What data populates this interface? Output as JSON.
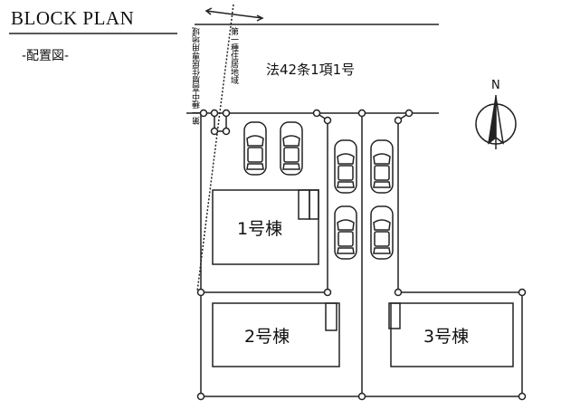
{
  "header": {
    "title": "BLOCK PLAN",
    "subtitle": "-配置図-"
  },
  "road": {
    "label": "法42条1項1号"
  },
  "zones": {
    "left": "第一種中高層住居専用地域",
    "right": "第一種住居地域"
  },
  "north": {
    "label": "N"
  },
  "buildings": [
    {
      "label": "1号棟"
    },
    {
      "label": "2号棟"
    },
    {
      "label": "3号棟"
    }
  ],
  "colors": {
    "line": "#222222",
    "background": "#ffffff"
  }
}
